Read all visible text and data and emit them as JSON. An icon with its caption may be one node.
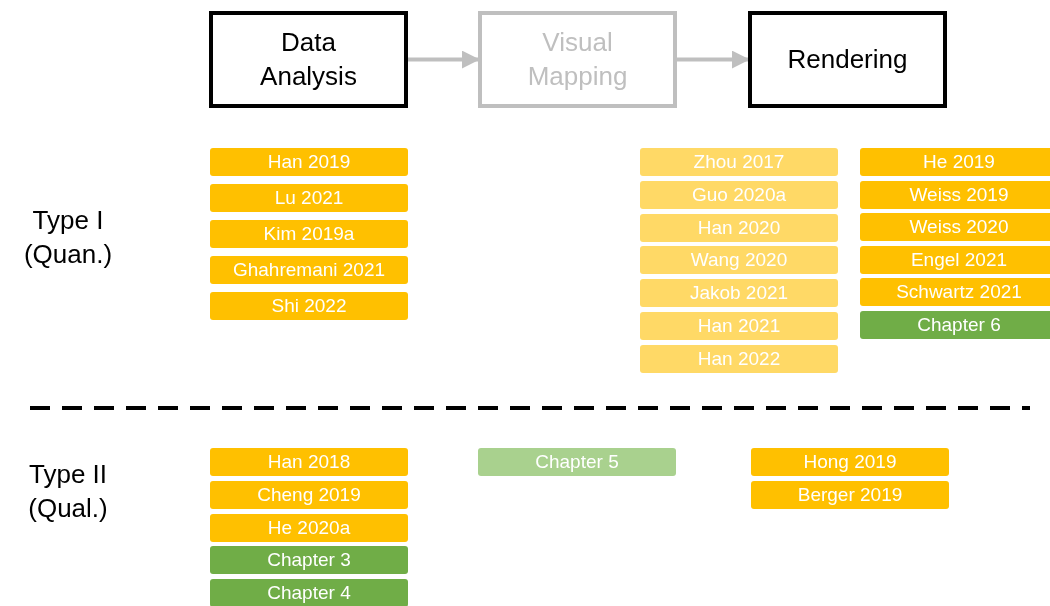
{
  "diagram": {
    "nodes": [
      {
        "text": [
          "Data Analysis"
        ]
      },
      {
        "text": [
          "Visual Mapping"
        ]
      },
      {
        "text": [
          "Rendering"
        ]
      },
      {
        "text": [
          "Han 2019"
        ]
      },
      {
        "text": [
          "Lu 2021"
        ]
      },
      {
        "text": [
          "Kim 2019a"
        ]
      },
      {
        "text": [
          "Ghahremani 2021"
        ]
      },
      {
        "text": [
          "Shi 2022"
        ]
      },
      {
        "text": [
          "Zhou 2017"
        ]
      },
      {
        "text": [
          "Guo 2020a"
        ]
      },
      {
        "text": [
          "Han 2020"
        ]
      },
      {
        "text": [
          "Wang 2020"
        ]
      },
      {
        "text": [
          "Jakob 2021"
        ]
      },
      {
        "text": [
          "Han 2021"
        ]
      },
      {
        "text": [
          "Han 2022"
        ]
      },
      {
        "text": [
          "He 2019"
        ]
      },
      {
        "text": [
          "Weiss 2019"
        ]
      },
      {
        "text": [
          "Weiss 2020"
        ]
      },
      {
        "text": [
          "Engel 2021"
        ]
      },
      {
        "text": [
          "Schwartz 2021"
        ]
      },
      {
        "text": [
          "Chapter 6"
        ]
      },
      {
        "text": [
          "Han 2018"
        ]
      },
      {
        "text": [
          "Cheng 2019"
        ]
      },
      {
        "text": [
          "He 2020a"
        ]
      },
      {
        "text": [
          "Chapter 3"
        ]
      },
      {
        "text": [
          "Chapter 4"
        ]
      },
      {
        "text": [
          "Chapter 5"
        ]
      },
      {
        "text": [
          "Hong 2019"
        ]
      },
      {
        "text": [
          "Berger 2019"
        ]
      }
    ],
    "edges": [
      {
        "from": 0,
        "to": 1,
        "arrow": "to"
      },
      {
        "from": 1,
        "to": 2,
        "arrow": "to"
      }
    ],
    "labels": [
      "Type I (Quan.)",
      "Type II (Qual.)"
    ]
  }
}
